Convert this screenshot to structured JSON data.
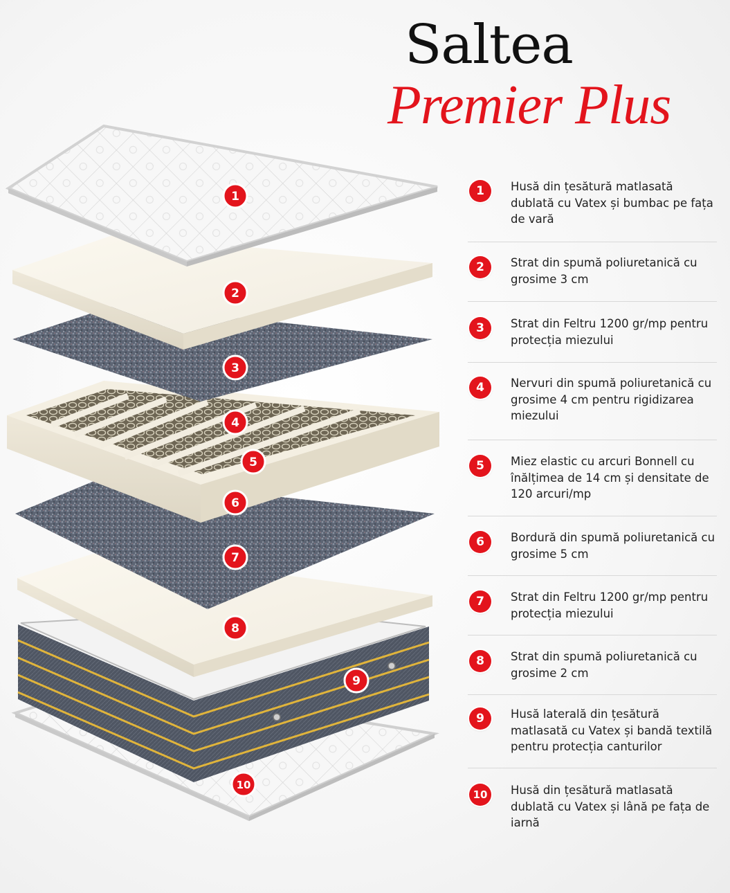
{
  "title": {
    "line1": "Saltea",
    "line2": "Premier Plus"
  },
  "colors": {
    "accent": "#e3141c",
    "text": "#222222"
  },
  "layers": [
    {
      "number": "1",
      "text": "Husă din țesătură matlasată dublată cu Vatex și bumbac pe fața de vară"
    },
    {
      "number": "2",
      "text": "Strat din spumă poliuretanică cu grosime 3 cm"
    },
    {
      "number": "3",
      "text": "Strat din Feltru 1200 gr/mp pentru protecția miezului"
    },
    {
      "number": "4",
      "text": "Nervuri din spumă poliuretanică cu grosime 4 cm pentru rigidizarea miezului"
    },
    {
      "number": "5",
      "text": "Miez elastic cu arcuri Bonnell cu înălțimea de 14 cm și densitate de 120 arcuri/mp"
    },
    {
      "number": "6",
      "text": "Bordură din spumă poliuretanică cu grosime 5 cm"
    },
    {
      "number": "7",
      "text": "Strat din Feltru 1200 gr/mp pentru protecția miezului"
    },
    {
      "number": "8",
      "text": "Strat din spumă poliuretanică cu grosime 2 cm"
    },
    {
      "number": "9",
      "text": "Husă laterală din țesătură matlasată cu Vatex și bandă textilă pentru protecția canturilor"
    },
    {
      "number": "10",
      "text": "Husă din țesătură matlasată dublată cu Vatex și lână pe fața de iarnă"
    }
  ]
}
